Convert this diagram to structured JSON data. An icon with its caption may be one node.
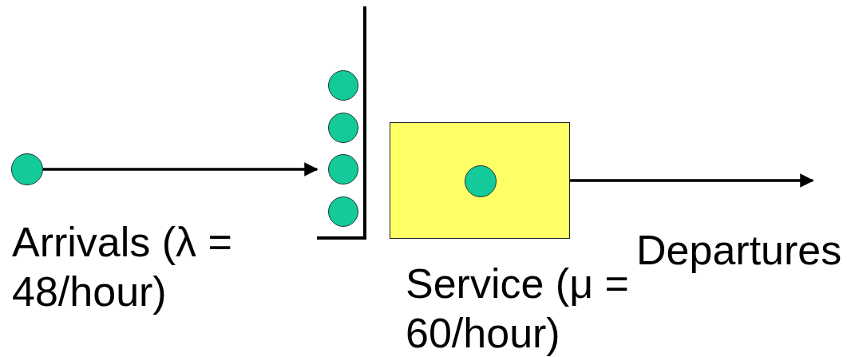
{
  "diagram": {
    "nodes": [
      {
        "text": [],
        "shape": "circle",
        "beside": [
          "Arrivals (λ = 48/hour)"
        ]
      },
      {
        "text": [],
        "shape": "bracket"
      },
      {
        "text": [],
        "shape": "circle",
        "in": 1
      },
      {
        "text": [],
        "shape": "circle",
        "in": 1
      },
      {
        "text": [],
        "shape": "circle",
        "in": 1
      },
      {
        "text": [],
        "shape": "circle",
        "in": 1
      },
      {
        "text": [],
        "shape": "box",
        "beside": [
          "Service (μ = 60/hour)"
        ]
      },
      {
        "text": [],
        "shape": "circle",
        "in": 6
      }
    ],
    "edges": [
      {
        "from": 0,
        "to": 1,
        "arrow": "to"
      },
      {
        "from": 6,
        "to": null,
        "arrow": "to"
      }
    ],
    "labels": [
      "Departures"
    ]
  }
}
